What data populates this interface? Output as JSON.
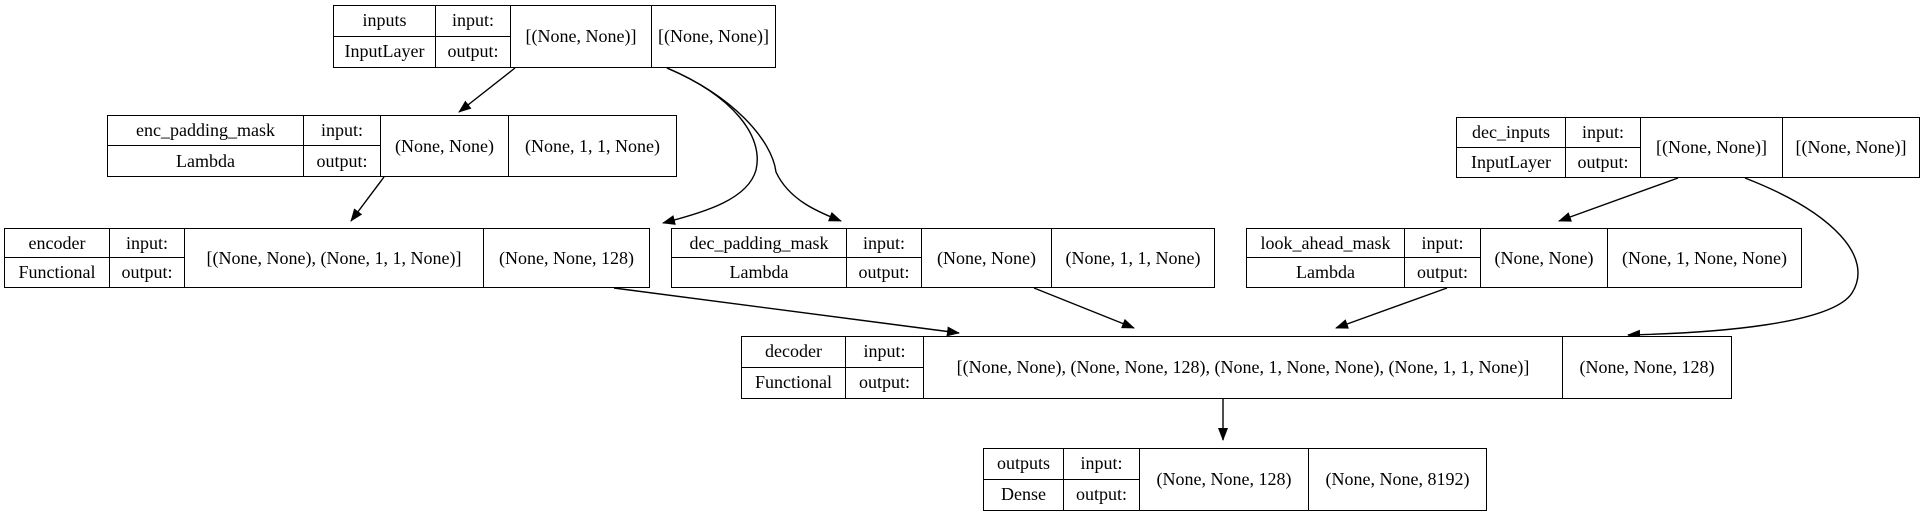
{
  "diagram": {
    "kind": "keras-model-plot",
    "background_color": "#ffffff",
    "line_color": "#000000",
    "text_color": "#000000"
  },
  "labels": {
    "input": "input:",
    "output": "output:"
  },
  "nodes": {
    "inputs": {
      "name": "inputs",
      "type": "InputLayer",
      "input_shape": "[(None, None)]",
      "output_shape": "[(None, None)]"
    },
    "enc_padding_mask": {
      "name": "enc_padding_mask",
      "type": "Lambda",
      "input_shape": "(None, None)",
      "output_shape": "(None, 1, 1, None)"
    },
    "dec_inputs": {
      "name": "dec_inputs",
      "type": "InputLayer",
      "input_shape": "[(None, None)]",
      "output_shape": "[(None, None)]"
    },
    "encoder": {
      "name": "encoder",
      "type": "Functional",
      "input_shape": "[(None, None), (None, 1, 1, None)]",
      "output_shape": "(None, None, 128)"
    },
    "dec_padding_mask": {
      "name": "dec_padding_mask",
      "type": "Lambda",
      "input_shape": "(None, None)",
      "output_shape": "(None, 1, 1, None)"
    },
    "look_ahead_mask": {
      "name": "look_ahead_mask",
      "type": "Lambda",
      "input_shape": "(None, None)",
      "output_shape": "(None, 1, None, None)"
    },
    "decoder": {
      "name": "decoder",
      "type": "Functional",
      "input_shape": "[(None, None), (None, None, 128), (None, 1, None, None), (None, 1, 1, None)]",
      "output_shape": "(None, None, 128)"
    },
    "outputs": {
      "name": "outputs",
      "type": "Dense",
      "input_shape": "(None, None, 128)",
      "output_shape": "(None, None, 8192)"
    }
  },
  "edges": [
    {
      "from": "inputs",
      "to": "enc_padding_mask"
    },
    {
      "from": "inputs",
      "to": "encoder"
    },
    {
      "from": "inputs",
      "to": "dec_padding_mask"
    },
    {
      "from": "enc_padding_mask",
      "to": "encoder"
    },
    {
      "from": "dec_inputs",
      "to": "look_ahead_mask"
    },
    {
      "from": "dec_inputs",
      "to": "decoder"
    },
    {
      "from": "encoder",
      "to": "decoder"
    },
    {
      "from": "dec_padding_mask",
      "to": "decoder"
    },
    {
      "from": "look_ahead_mask",
      "to": "decoder"
    },
    {
      "from": "decoder",
      "to": "outputs"
    }
  ]
}
